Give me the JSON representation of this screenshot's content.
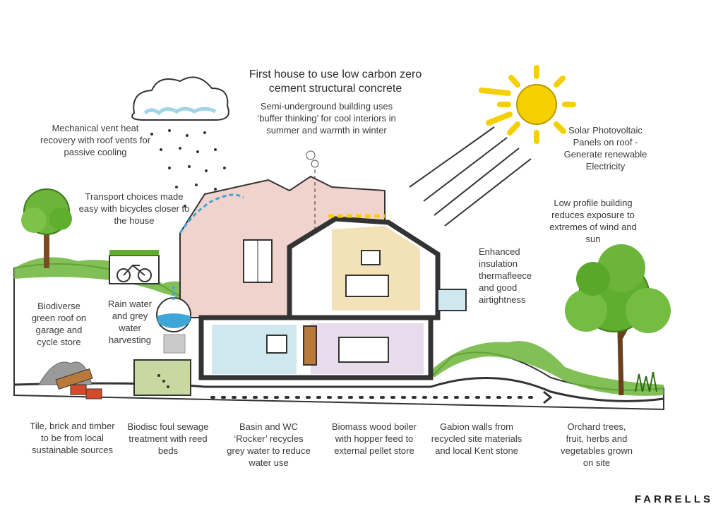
{
  "title": "First house to use low carbon zero cement structural concrete",
  "brand": "FARRELLS",
  "labels": {
    "semi_underground": "Semi-underground building uses ‘buffer thinking’ for cool interiors in summer and warmth in winter",
    "mechanical_vent": "Mechanical vent heat recovery with roof vents for passive cooling",
    "solar_pv": "Solar Photovoltaic Panels on roof - Generate renewable Electricity",
    "transport": "Transport choices made easy with bicycles closer to the house",
    "low_profile": "Low profile building reduces exposure to extremes of wind and sun",
    "insulation": "Enhanced insulation thermafleece and good airtightness",
    "green_roof": "Biodiverse green roof on garage and cycle store",
    "rain_water": "Rain water and grey water harvesting",
    "tile_brick": "Tile, brick and timber to be from local sustainable sources",
    "biodisc": "Biodisc foul sewage treatment with reed beds",
    "basin_wc": "Basin and WC ‘Rocker’ recycles grey water to reduce water use",
    "biomass": "Biomass wood boiler with hopper feed to external pellet store",
    "gabion": "Gabion walls from recycled site materials and local Kent stone",
    "orchard": "Orchard trees, fruit, herbs and vegetables grown on site"
  },
  "colors": {
    "sun": "#f5d000",
    "cloud": "#9fd6e6",
    "green": "#5fae2e",
    "dark_green": "#3e7a1e",
    "house_pink": "#f1d3cd",
    "wall": "#333333",
    "water": "#3fa7d8",
    "bedroom": "#f3e2b8",
    "bathroom": "#cfe8ef",
    "basement_bed": "#e8dcec",
    "ground": "#c9c9c9"
  },
  "icons": [
    "sun-icon",
    "cloud-icon",
    "rain-icon",
    "tree-icon",
    "bicycle-icon",
    "water-tank-icon",
    "house-icon",
    "arrow-icon",
    "brick-pile-icon",
    "gravel-pile-icon"
  ]
}
